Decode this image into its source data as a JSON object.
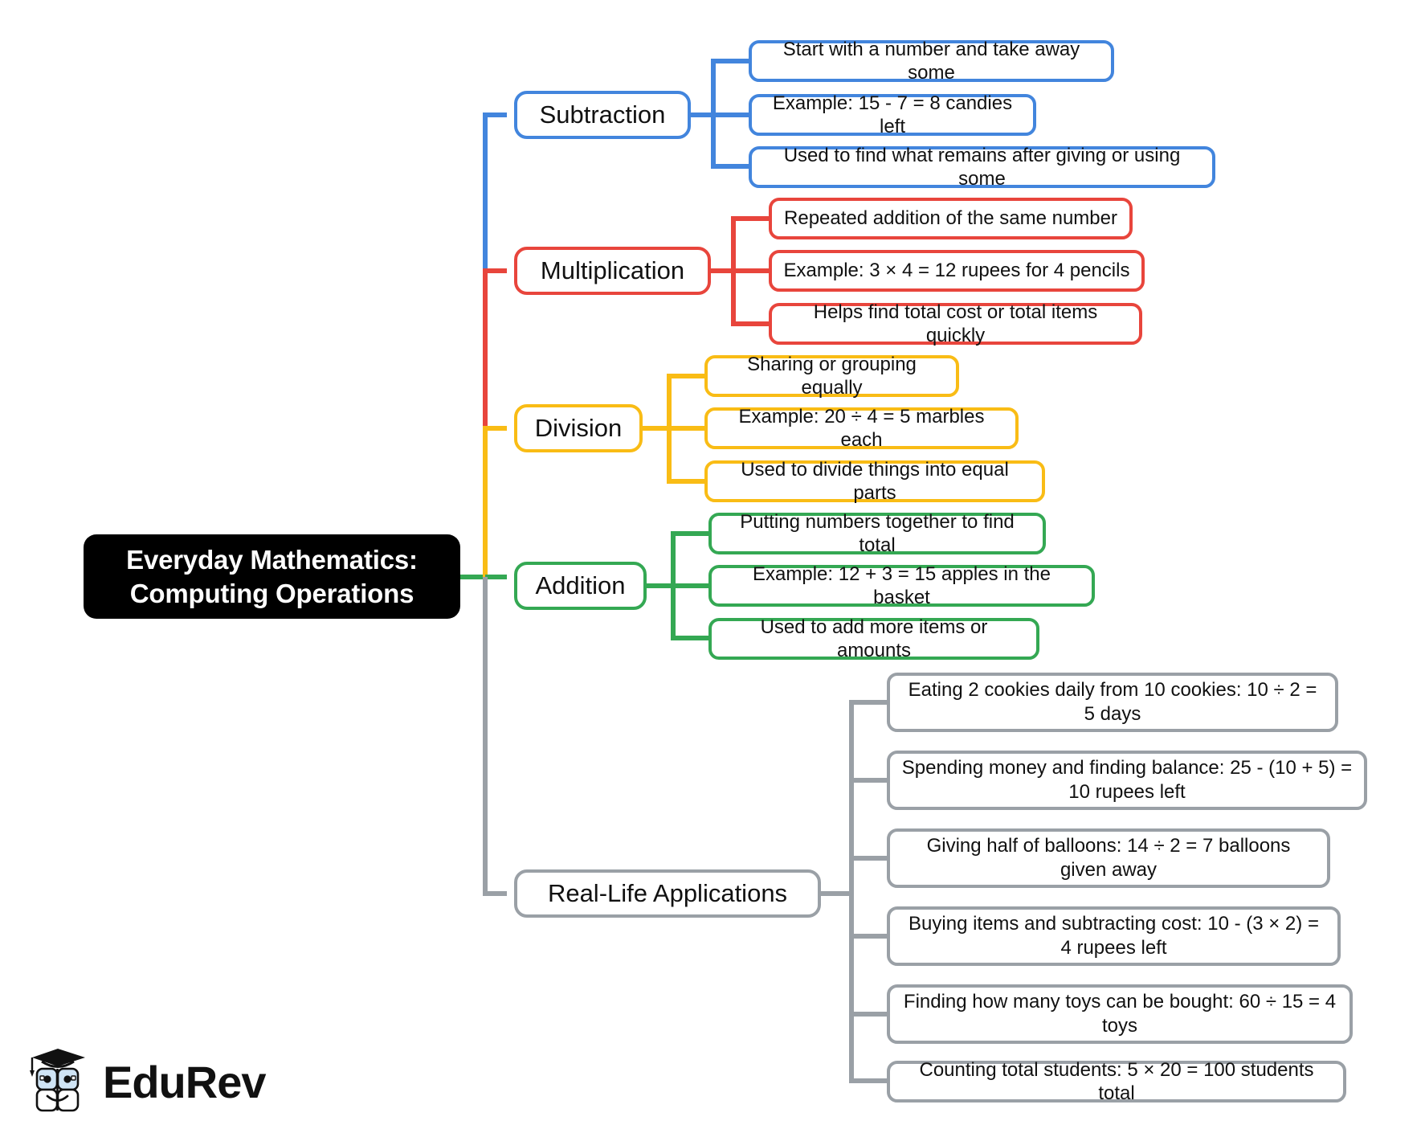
{
  "diagram": {
    "type": "mind-map",
    "root": {
      "label": "Everyday Mathematics:\nComputing Operations",
      "line1": "Everyday Mathematics:",
      "line2": "Computing Operations",
      "background_color": "#000000",
      "text_color": "#ffffff"
    },
    "branches": [
      {
        "label": "Subtraction",
        "color": "#4285dd",
        "children": [
          {
            "label": "Start with a number and take away some"
          },
          {
            "label": "Example: 15 - 7 = 8 candies left"
          },
          {
            "label": "Used to find what remains after giving or using some"
          }
        ]
      },
      {
        "label": "Multiplication",
        "color": "#e8453c",
        "children": [
          {
            "label": "Repeated addition of the same number"
          },
          {
            "label": "Example: 3 × 4 = 12 rupees for 4 pencils"
          },
          {
            "label": "Helps find total cost or total items quickly"
          }
        ]
      },
      {
        "label": "Division",
        "color": "#f9bc15",
        "children": [
          {
            "label": "Sharing or grouping equally"
          },
          {
            "label": "Example: 20 ÷ 4 = 5 marbles each"
          },
          {
            "label": "Used to divide things into equal parts"
          }
        ]
      },
      {
        "label": "Addition",
        "color": "#34a853",
        "children": [
          {
            "label": "Putting numbers together to find total"
          },
          {
            "label": "Example: 12 + 3 = 15 apples in the basket"
          },
          {
            "label": "Used to add more items or amounts"
          }
        ]
      },
      {
        "label": "Real-Life Applications",
        "color": "#9aa0a6",
        "children": [
          {
            "label": "Eating 2 cookies daily from 10 cookies: 10 ÷ 2 = 5 days"
          },
          {
            "label": "Spending money and finding balance: 25 - (10 + 5) = 10 rupees left"
          },
          {
            "label": "Giving half of balloons: 14 ÷ 2 = 7 balloons given away"
          },
          {
            "label": "Buying items and subtracting cost: 10 - (3 × 2) = 4 rupees left"
          },
          {
            "label": "Finding how many toys can be bought: 60 ÷ 15 = 4 toys"
          },
          {
            "label": "Counting total students: 5 × 20 = 100 students total"
          }
        ]
      }
    ]
  },
  "logo": {
    "wordmark": "EduRev",
    "icon": "graduation-cap-book-mascot"
  }
}
